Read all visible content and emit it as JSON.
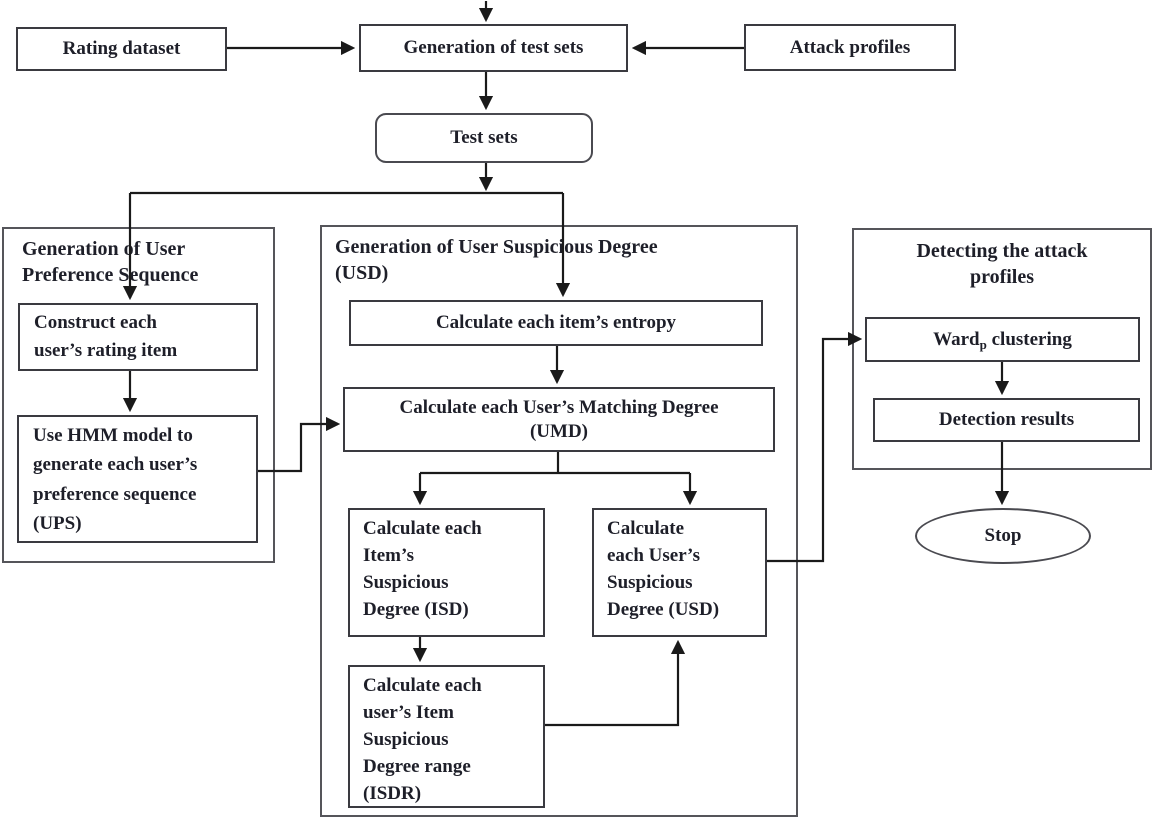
{
  "diagram": {
    "top_row": {
      "rating_dataset": "Rating dataset",
      "generation_of_test_sets": "Generation of test sets",
      "attack_profiles": "Attack profiles",
      "test_sets": "Test sets"
    },
    "left_section": {
      "title": "Generation of User\nPreference Sequence",
      "construct_box": "Construct each\nuser’s rating item",
      "hmm_box": "Use HMM model to\ngenerate each user’s\npreference sequence\n(UPS)"
    },
    "center_section": {
      "title": "Generation of User Suspicious Degree\n(USD)",
      "entropy_box": "Calculate each item’s entropy",
      "umd_box": "Calculate each User’s Matching Degree\n(UMD)",
      "isd_box": "Calculate each\nItem’s\nSuspicious\nDegree (ISD)",
      "usd_box": "Calculate\neach User’s\nSuspicious\nDegree (USD)",
      "isdr_box": "Calculate each\nuser’s Item\nSuspicious\nDegree range\n(ISDR)"
    },
    "right_section": {
      "title": "Detecting the attack\nprofiles",
      "ward_box": {
        "prefix": "Ward",
        "subscript": "p",
        "suffix": " clustering"
      },
      "detection_box": "Detection results",
      "stop": "Stop"
    },
    "colors": {
      "background": "#ffffff",
      "text": "#1e1f29",
      "container_border": "#55555a",
      "box_border": "#3a3a40",
      "arrow": "#1a1a1a"
    }
  }
}
